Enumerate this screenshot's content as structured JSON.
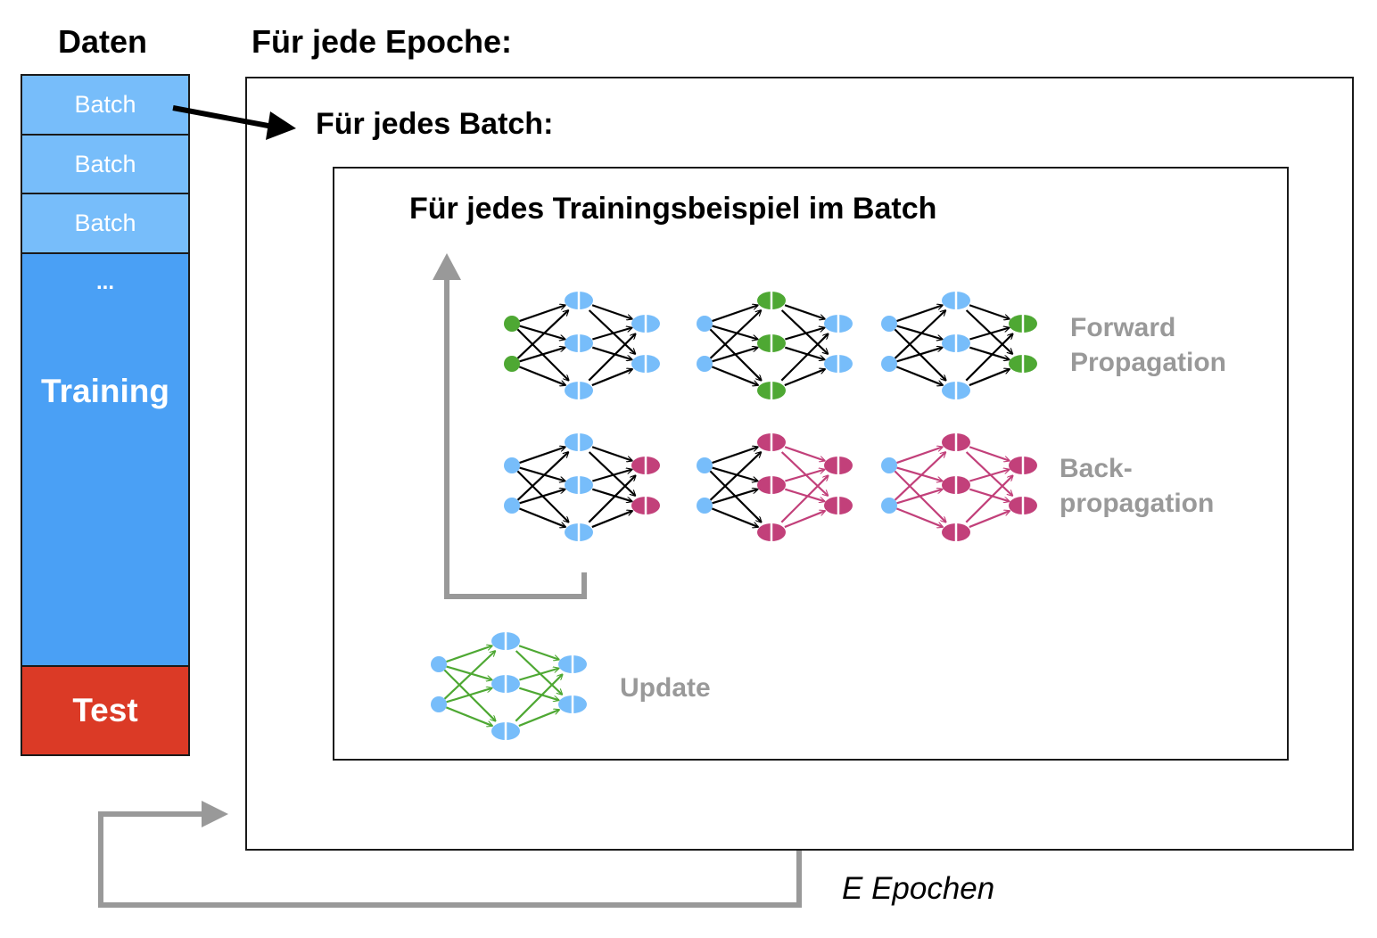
{
  "data_column": {
    "title": "Daten",
    "batch_labels": [
      "Batch",
      "Batch",
      "Batch"
    ],
    "ellipsis": "...",
    "training_label": "Training",
    "test_label": "Test"
  },
  "loops": {
    "epoch_title": "Für jede Epoche:",
    "batch_title": "Für jedes Batch:",
    "example_title": "Für jedes Trainingsbeispiel im Batch",
    "epochs_label": "E Epochen"
  },
  "steps": {
    "forward_line1": "Forward",
    "forward_line2": "Propagation",
    "backprop_line1": "Back-",
    "backprop_line2": "propagation",
    "update": "Update"
  },
  "colors": {
    "batch_blue": "#77bdfa",
    "training_blue": "#4aa0f5",
    "test_red": "#db3a26",
    "node_blue": "#77bdfa",
    "forward_green": "#4ea833",
    "backprop_magenta": "#c2407a",
    "loop_gray": "#999999"
  }
}
